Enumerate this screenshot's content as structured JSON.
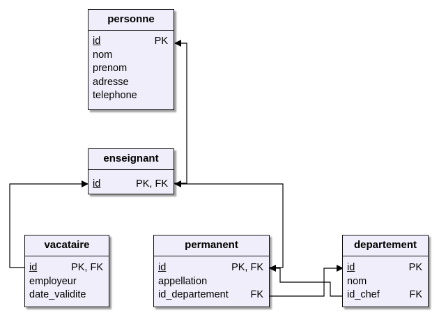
{
  "entities": {
    "personne": {
      "title": "personne",
      "rows": [
        {
          "name": "id",
          "key": "PK",
          "underline": true
        },
        {
          "name": "nom",
          "key": ""
        },
        {
          "name": "prenom",
          "key": ""
        },
        {
          "name": "adresse",
          "key": ""
        },
        {
          "name": "telephone",
          "key": ""
        }
      ]
    },
    "enseignant": {
      "title": "enseignant",
      "rows": [
        {
          "name": "id",
          "key": "PK, FK",
          "underline": true
        }
      ]
    },
    "vacataire": {
      "title": "vacataire",
      "rows": [
        {
          "name": "id",
          "key": "PK, FK",
          "underline": true
        },
        {
          "name": "employeur",
          "key": ""
        },
        {
          "name": "date_validite",
          "key": ""
        }
      ]
    },
    "permanent": {
      "title": "permanent",
      "rows": [
        {
          "name": "id",
          "key": "PK, FK",
          "underline": true
        },
        {
          "name": "appellation",
          "key": ""
        },
        {
          "name": "id_departement",
          "key": "FK"
        }
      ]
    },
    "departement": {
      "title": "departement",
      "rows": [
        {
          "name": "id",
          "key": "PK",
          "underline": true
        },
        {
          "name": "nom",
          "key": ""
        },
        {
          "name": "id_chef",
          "key": "FK"
        }
      ]
    }
  },
  "relationships": [
    {
      "from": "enseignant.id",
      "to": "personne.id"
    },
    {
      "from": "vacataire.id",
      "to": "enseignant.id"
    },
    {
      "from": "permanent.id",
      "to": "enseignant.id"
    },
    {
      "from": "permanent.id_departement",
      "to": "departement.id"
    },
    {
      "from": "departement.id_chef",
      "to": "permanent.id"
    }
  ]
}
